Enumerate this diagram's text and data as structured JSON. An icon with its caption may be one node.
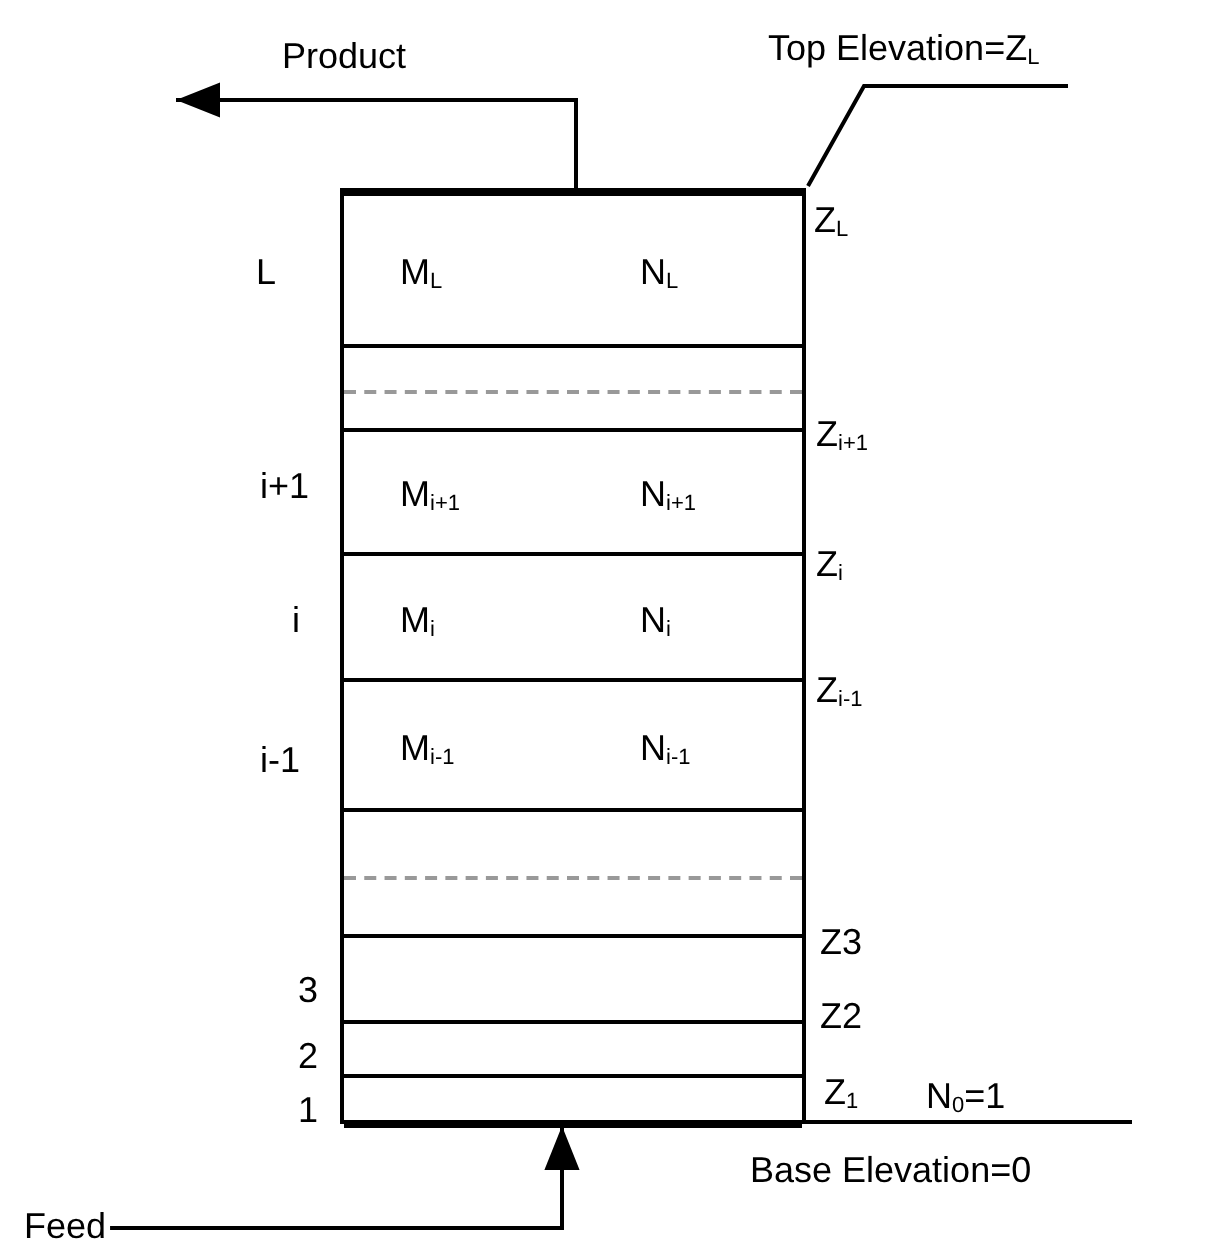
{
  "diagram": {
    "nodes": [
      {
        "text": [],
        "shape": "box"
      },
      {
        "text": [
          "M$_{L}$",
          "N$_{L}$"
        ],
        "beside": [
          "L"
        ],
        "in": 0
      },
      {
        "text": [],
        "shape": "box",
        "in": 0
      },
      {
        "text": [
          "M$_{i+1}$",
          "N$_{i+1}$"
        ],
        "beside": [
          "i+1"
        ],
        "in": 0
      },
      {
        "text": [
          "M$_{i}$",
          "N$_{i}$"
        ],
        "beside": [
          "i"
        ],
        "in": 0
      },
      {
        "text": [
          "M$_{i-1}$",
          "N$_{i-1}$"
        ],
        "beside": [
          "i-1"
        ],
        "in": 0
      },
      {
        "text": [],
        "shape": "box",
        "in": 0
      },
      {
        "text": [],
        "shape": "box",
        "beside": [
          "3"
        ],
        "in": 0
      },
      {
        "text": [],
        "shape": "box",
        "beside": [
          "2"
        ],
        "in": 0
      },
      {
        "text": [],
        "shape": "box",
        "beside": [
          "1"
        ],
        "in": 0
      },
      {
        "text": [
          "Feed"
        ]
      },
      {
        "text": [
          "Top Elevation=Z$_{L}$"
        ]
      }
    ],
    "edges": [
      {
        "from": 0,
        "to": null,
        "arrow": "to",
        "label": "Product"
      },
      {
        "from": 10,
        "to": 0,
        "arrow": "to"
      },
      {
        "from": 11,
        "to": 0,
        "arrow": "none"
      }
    ],
    "labels": [
      "Z$_{L}$",
      "Z$_{i+1}$",
      "Z$_{i}$",
      "Z$_{i-1}$",
      "Z3",
      "Z2",
      "Z$_{1}$",
      "N$_{0}$=1",
      "Base Elevation=0"
    ]
  }
}
